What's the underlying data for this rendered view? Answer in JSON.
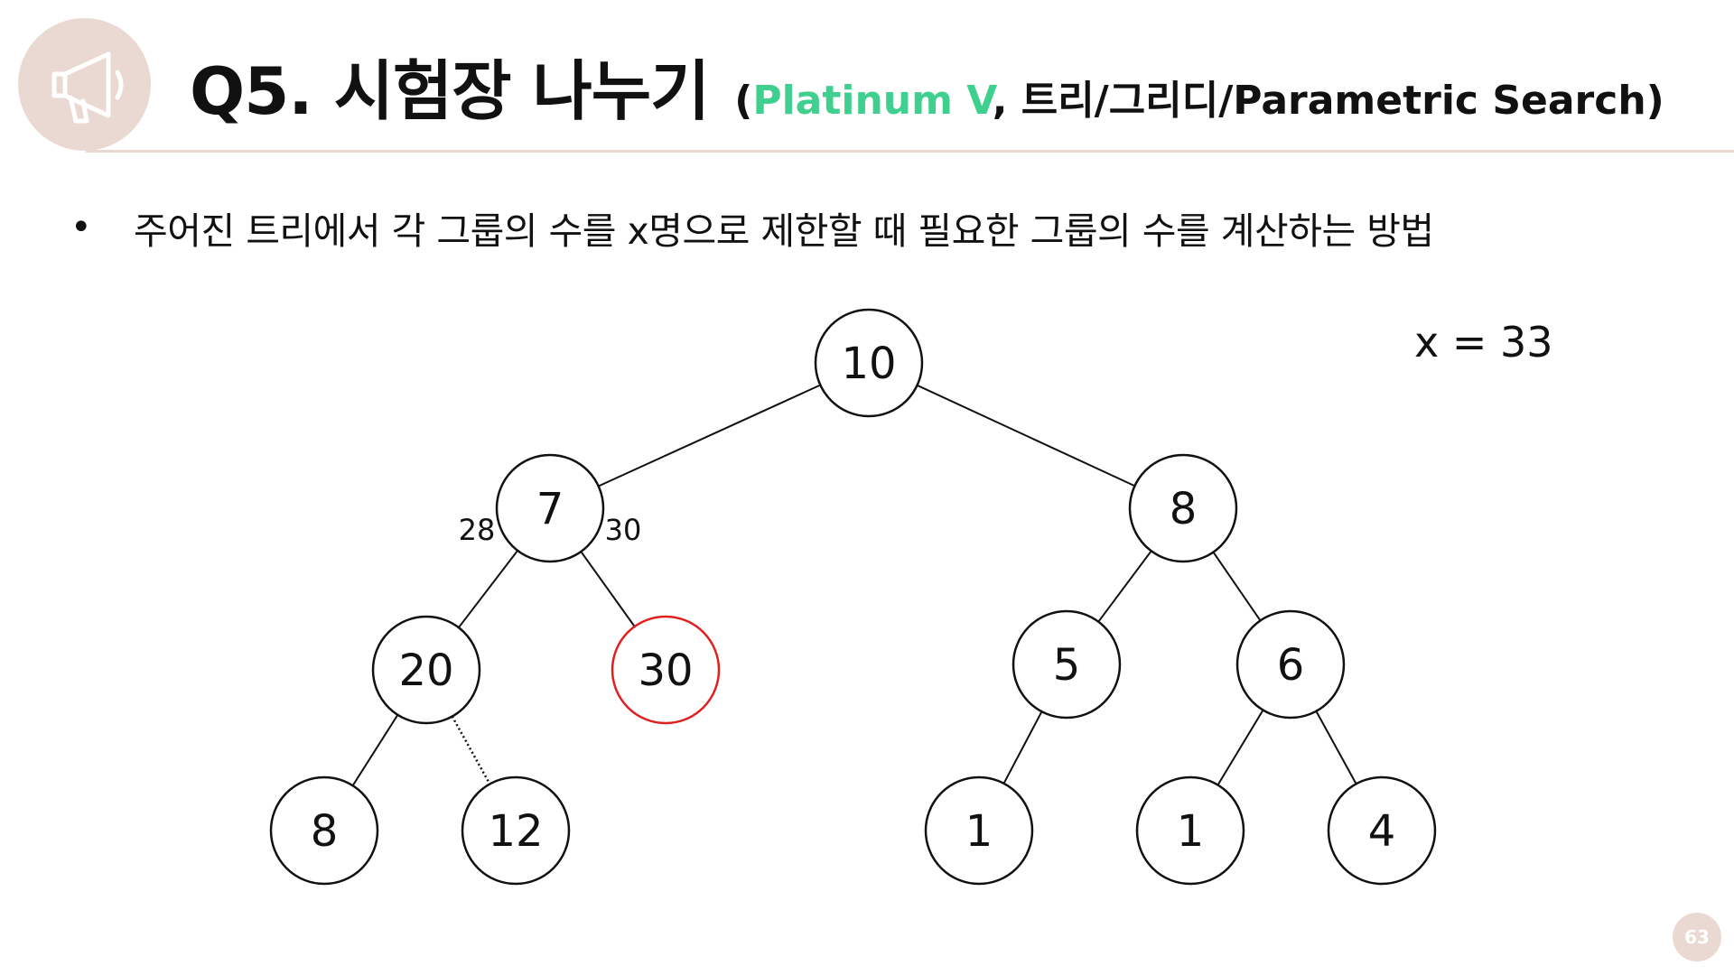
{
  "header": {
    "icon": "megaphone-icon",
    "title": "Q5. 시험장 나누기",
    "sub_open": "(",
    "sub_tier": "Platinum V",
    "sub_rest": ", 트리/그리디/Parametric Search)",
    "accent_color": "#3fcf8e",
    "badge_color": "#ead9d2"
  },
  "bullet": {
    "text": "주어진 트리에서 각 그룹의 수를 x명으로 제한할 때 필요한 그룹의 수를 계산하는 방법"
  },
  "x_note": "x = 33",
  "tree": {
    "nodes": [
      {
        "id": "root",
        "label": "10"
      },
      {
        "id": "n7",
        "label": "7"
      },
      {
        "id": "n8",
        "label": "8"
      },
      {
        "id": "n20",
        "label": "20"
      },
      {
        "id": "n30",
        "label": "30",
        "highlight": true
      },
      {
        "id": "n5",
        "label": "5"
      },
      {
        "id": "n6",
        "label": "6"
      },
      {
        "id": "n8b",
        "label": "8"
      },
      {
        "id": "n12",
        "label": "12"
      },
      {
        "id": "n1a",
        "label": "1"
      },
      {
        "id": "n1b",
        "label": "1"
      },
      {
        "id": "n4",
        "label": "4"
      }
    ],
    "edges": [
      {
        "from": "root",
        "to": "n7"
      },
      {
        "from": "root",
        "to": "n8"
      },
      {
        "from": "n7",
        "to": "n20",
        "label": "28"
      },
      {
        "from": "n7",
        "to": "n30",
        "label": "30"
      },
      {
        "from": "n8",
        "to": "n5"
      },
      {
        "from": "n8",
        "to": "n6"
      },
      {
        "from": "n20",
        "to": "n8b"
      },
      {
        "from": "n20",
        "to": "n12",
        "style": "dotted"
      },
      {
        "from": "n5",
        "to": "n1a"
      },
      {
        "from": "n6",
        "to": "n1b"
      },
      {
        "from": "n6",
        "to": "n4"
      }
    ],
    "highlight_color": "#e02020"
  },
  "page_number": "63"
}
